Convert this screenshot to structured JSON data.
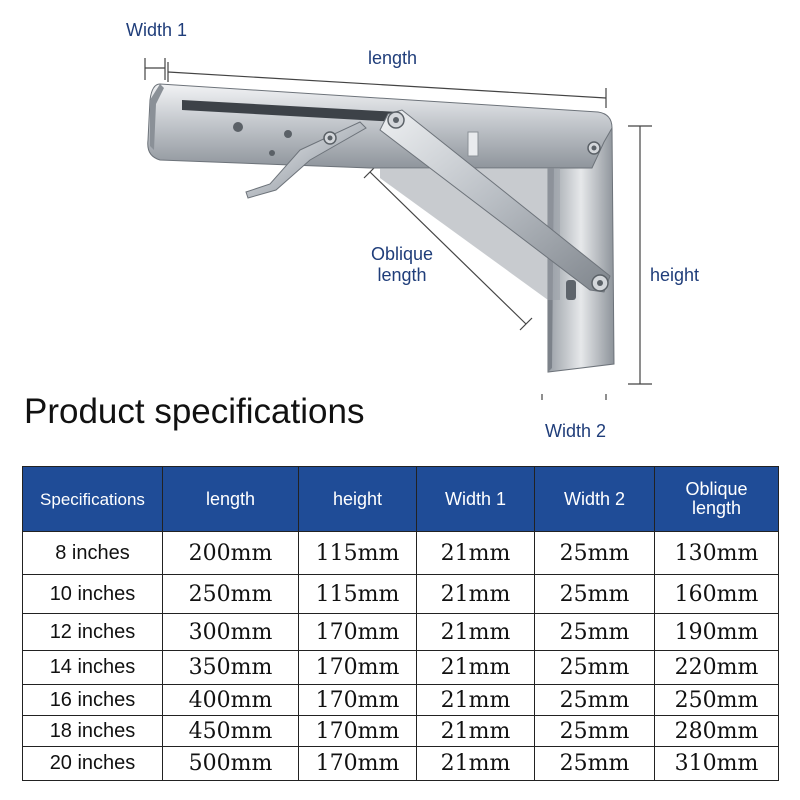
{
  "diagram": {
    "labels": {
      "width1": "Width 1",
      "length": "length",
      "oblique": "Oblique\nlength",
      "height": "height",
      "width2": "Width 2"
    },
    "colors": {
      "label": "#1f3d7a",
      "metal": "#c9ccd0",
      "dim_line": "#444444"
    }
  },
  "title": "Product specifications",
  "table": {
    "headers": [
      "Specifications",
      "length",
      "height",
      "Width 1",
      "Width 2",
      "Oblique\nlength"
    ],
    "header_color": "#1f4c97",
    "rows": [
      [
        "8 inches",
        "200mm",
        "115mm",
        "21mm",
        "25mm",
        "130mm"
      ],
      [
        "10 inches",
        "250mm",
        "115mm",
        "21mm",
        "25mm",
        "160mm"
      ],
      [
        "12 inches",
        "300mm",
        "170mm",
        "21mm",
        "25mm",
        "190mm"
      ],
      [
        "14 inches",
        "350mm",
        "170mm",
        "21mm",
        "25mm",
        "220mm"
      ],
      [
        "16 inches",
        "400mm",
        "170mm",
        "21mm",
        "25mm",
        "250mm"
      ],
      [
        "18 inches",
        "450mm",
        "170mm",
        "21mm",
        "25mm",
        "280mm"
      ],
      [
        "20 inches",
        "500mm",
        "170mm",
        "21mm",
        "25mm",
        "310mm"
      ]
    ]
  }
}
